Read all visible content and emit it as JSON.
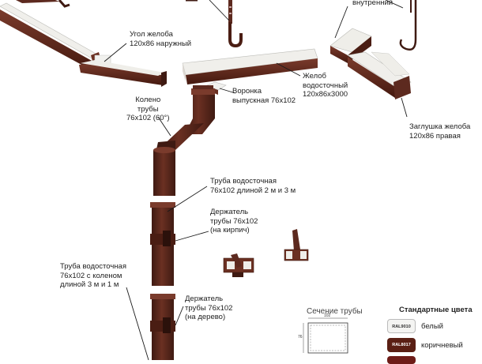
{
  "labels": {
    "corner_inner": "внутренний",
    "corner_outer": [
      "Угол желоба",
      "120x86 наружный"
    ],
    "funnel": [
      "Воронка",
      "выпускная 76x102"
    ],
    "gutter": [
      "Желоб",
      "водосточный",
      "120x86x3000"
    ],
    "elbow": [
      "Колено",
      "трубы",
      "76x102 (60°)"
    ],
    "end_cap": [
      "Заглушка желоба",
      "120x86 правая"
    ],
    "pipe": [
      "Труба водосточная",
      "76x102 длиной 2 м и 3 м"
    ],
    "holder_brick": [
      "Держатель",
      "трубы 76x102",
      "(на кирпич)"
    ],
    "pipe_elbow": [
      "Труба водосточная",
      "76x102 с коленом",
      "длиной 3 м и 1 м"
    ],
    "holder_wood": [
      "Держатель",
      "трубы 76x102",
      "(на дерево)"
    ]
  },
  "section": {
    "title": "Сечение трубы",
    "dim_width": "102",
    "dim_height": "76"
  },
  "palette": {
    "title": "Стандартные цвета",
    "colors": [
      {
        "code": "RAL9010",
        "name": "белый",
        "hex": "#f4f4f2",
        "text": "#333333"
      },
      {
        "code": "RAL8017",
        "name": "коричневый",
        "hex": "#5a1f14",
        "text": "#ffffff"
      },
      {
        "code": "",
        "name": "",
        "hex": "#6e1c18",
        "text": "#ffffff"
      }
    ]
  },
  "colors": {
    "metal": "#5d2a1f",
    "metal_dark": "#3f1a12",
    "metal_light": "#7a3b2c",
    "inner": "#f1f1ee",
    "leader": "#1a1a1a"
  }
}
